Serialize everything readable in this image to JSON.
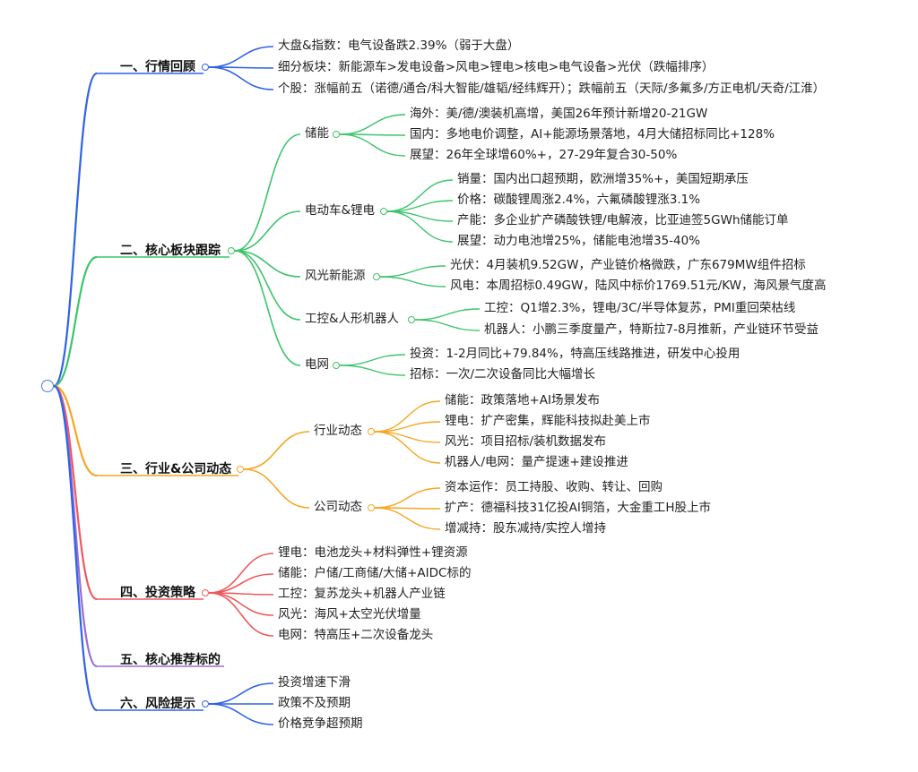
{
  "colors": {
    "blue": "#2f62e5",
    "green": "#3cc46a",
    "orange": "#f5a623",
    "red": "#f0585c",
    "purple": "#9b6bd6",
    "root": "#4a7bd9"
  },
  "sections": [
    {
      "label": "一、行情回顾",
      "color": "blue",
      "items": [
        "大盘&指数：电气设备跌2.39%（弱于大盘）",
        "细分板块：新能源车>发电设备>风电>锂电>核电>电气设备>光伏（跌幅排序）",
        "个股：涨幅前五（诺德/通合/科大智能/雄韬/经纬辉开）；跌幅前五（天际/多氟多/方正电机/天奇/江淮）"
      ]
    },
    {
      "label": "二、核心板块跟踪",
      "color": "green",
      "groups": [
        {
          "label": "储能",
          "items": [
            "海外：美/德/澳装机高增，美国26年预计新增20-21GW",
            "国内：多地电价调整，AI+能源场景落地，4月大储招标同比+128%",
            "展望：26年全球增60%+，27-29年复合30-50%"
          ]
        },
        {
          "label": "电动车&锂电",
          "items": [
            "销量：国内出口超预期，欧洲增35%+，美国短期承压",
            "价格：碳酸锂周涨2.4%，六氟磷酸锂涨3.1%",
            "产能：多企业扩产磷酸铁锂/电解液，比亚迪签5GWh储能订单",
            "展望：动力电池增25%，储能电池增35-40%"
          ]
        },
        {
          "label": "风光新能源",
          "items": [
            "光伏：4月装机9.52GW，产业链价格微跌，广东679MW组件招标",
            "风电：本周招标0.49GW，陆风中标价1769.51元/KW，海风景气度高"
          ]
        },
        {
          "label": "工控&人形机器人",
          "items": [
            "工控：Q1增2.3%，锂电/3C/半导体复苏，PMI重回荣枯线",
            "机器人：小鹏三季度量产，特斯拉7-8月推新，产业链环节受益"
          ]
        },
        {
          "label": "电网",
          "items": [
            "投资：1-2月同比+79.84%，特高压线路推进，研发中心投用",
            "招标：一次/二次设备同比大幅增长"
          ]
        }
      ]
    },
    {
      "label": "三、行业&公司动态",
      "color": "orange",
      "groups": [
        {
          "label": "行业动态",
          "items": [
            "储能：政策落地+AI场景发布",
            "锂电：扩产密集，辉能科技拟赴美上市",
            "风光：项目招标/装机数据发布",
            "机器人/电网：量产提速+建设推进"
          ]
        },
        {
          "label": "公司动态",
          "items": [
            "资本运作：员工持股、收购、转让、回购",
            "扩产：德福科技31亿投AI铜箔，大金重工H股上市",
            "增减持：股东减持/实控人增持"
          ]
        }
      ]
    },
    {
      "label": "四、投资策略",
      "color": "red",
      "items": [
        "锂电：电池龙头+材料弹性+锂资源",
        "储能：户储/工商储/大储+AIDC标的",
        "工控：复苏龙头+机器人产业链",
        "风光：海风+太空光伏增量",
        "电网：特高压+二次设备龙头"
      ]
    },
    {
      "label": "五、核心推荐标的",
      "color": "purple",
      "items": []
    },
    {
      "label": "六、风险提示",
      "color": "blue",
      "items": [
        "投资增速下滑",
        "政策不及预期",
        "价格竞争超预期"
      ]
    }
  ]
}
